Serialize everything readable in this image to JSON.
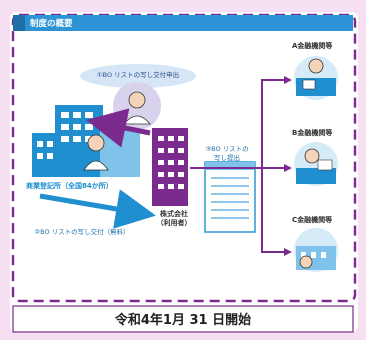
{
  "header": {
    "title": "制度の概要"
  },
  "registry": {
    "label": "商業登記所（全国84か所）"
  },
  "company": {
    "line1": "株式会社",
    "line2": "（利用者）"
  },
  "steps": {
    "request": "①BO リストの写し交付申出",
    "issue": "②BO リストの写し交付（無料）",
    "submit_line1": "③BO リストの",
    "submit_line2": "写し提出"
  },
  "institutions": [
    "A金融機関等",
    "B金融機関等",
    "C金融機関等"
  ],
  "footer": {
    "start": "令和4年1月 31 日開始"
  },
  "colors": {
    "frame": "#7b2a8e",
    "accent": "#1f8fd0",
    "header_bg": "#2b93d6",
    "arrow_blue": "#1f8fd0",
    "arrow_purple": "#7b2a8e"
  }
}
